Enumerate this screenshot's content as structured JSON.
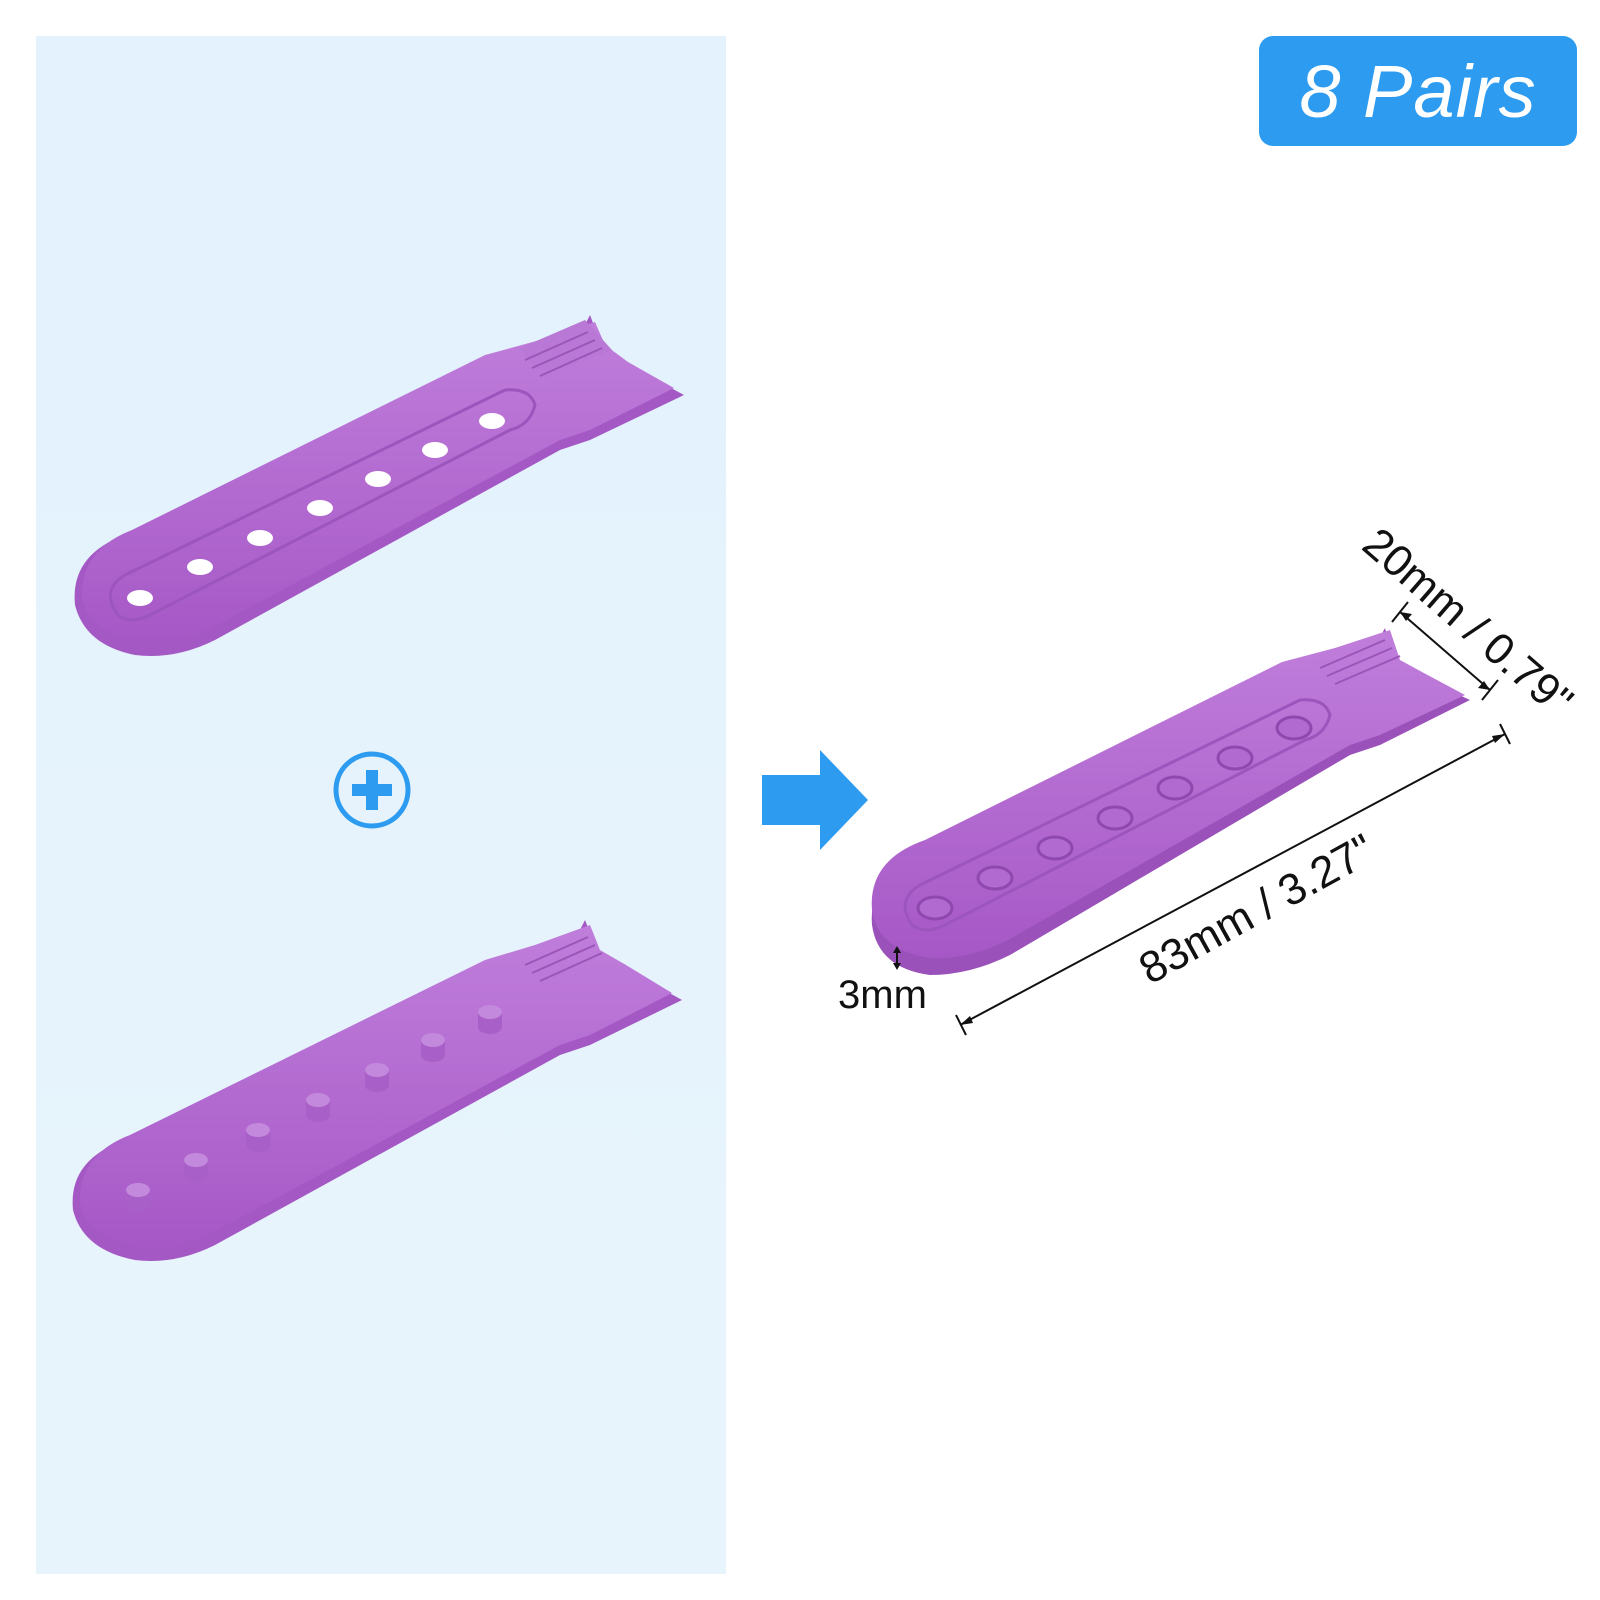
{
  "badge": {
    "text": "8 Pairs"
  },
  "dimensions": {
    "width": "20mm / 0.79\"",
    "length": "83mm / 3.27\"",
    "thickness": "3mm"
  },
  "colors": {
    "strap": "#b56fd1",
    "strap_shadow": "#a35cc2",
    "accent_blue": "#2d9cf0",
    "panel_bg": "#e6f3fc"
  },
  "icons": {
    "plus": "plus-circle-icon",
    "arrow": "arrow-right-icon"
  }
}
